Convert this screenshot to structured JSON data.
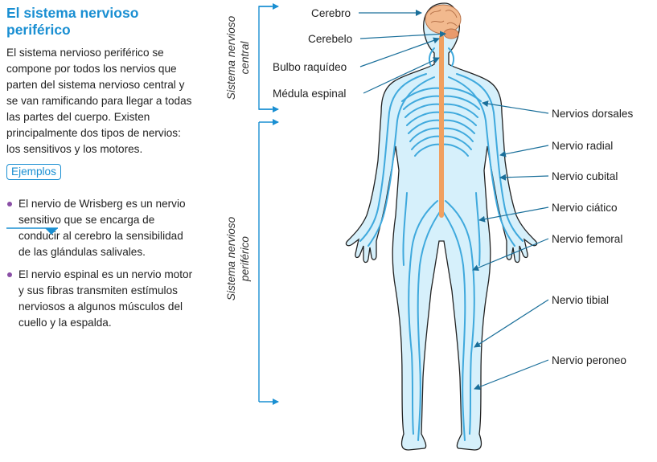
{
  "sidebar": {
    "title": "El sistema nervioso periférico",
    "intro": "El sistema nervioso periférico se compone por todos los nervios que parten del sistema nervioso central y se van ramificando para llegar a todas las partes del cuerpo. Existen principalmente dos tipos de nervios: los sensitivos y los motores.",
    "examples_tag": "Ejemplos",
    "examples": [
      "El nervio de Wrisberg es un nervio sensitivo que se encarga de conducir al cerebro la sensibilidad de las glándulas salivales.",
      "El nervio espinal es un nervio motor y sus fibras transmiten estímulos nerviosos a algunos músculos del cuello y la espalda."
    ]
  },
  "brackets": {
    "central": [
      "Sistema nervioso",
      "central"
    ],
    "peripheral": [
      "Sistema nervioso",
      "periférico"
    ]
  },
  "labels_left": [
    "Cerebro",
    "Cerebelo",
    "Bulbo raquídeo",
    "Médula espinal"
  ],
  "labels_right": [
    "Nervios dorsales",
    "Nervio radial",
    "Nervio cubital",
    "Nervio ciático",
    "Nervio femoral",
    "Nervio tibial",
    "Nervio peroneo"
  ],
  "colors": {
    "accent": "#1a8fd2",
    "nerve": "#3fa9dd",
    "body_fill": "#d6f0fb",
    "spine": "#f0a060",
    "brain": "#f2b98e"
  }
}
